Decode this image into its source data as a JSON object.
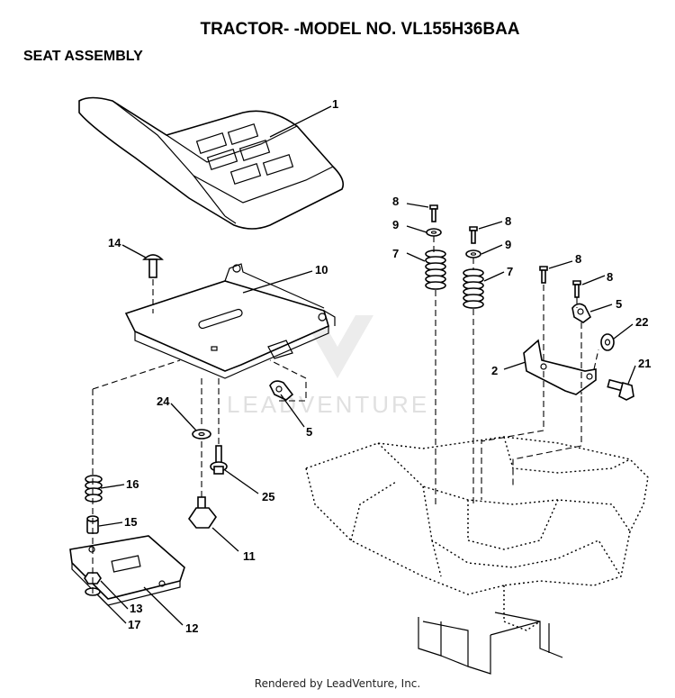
{
  "header": {
    "title": "TRACTOR- -MODEL NO. VL155H36BAA",
    "subtitle": "SEAT ASSEMBLY"
  },
  "watermark": "LEADVENTURE",
  "footer": "Rendered by LeadVenture, Inc.",
  "callouts": [
    "1",
    "14",
    "10",
    "24",
    "5",
    "16",
    "15",
    "11",
    "25",
    "13",
    "17",
    "12",
    "8",
    "9",
    "7",
    "8",
    "9",
    "7",
    "8",
    "8",
    "5",
    "22",
    "2",
    "21"
  ]
}
